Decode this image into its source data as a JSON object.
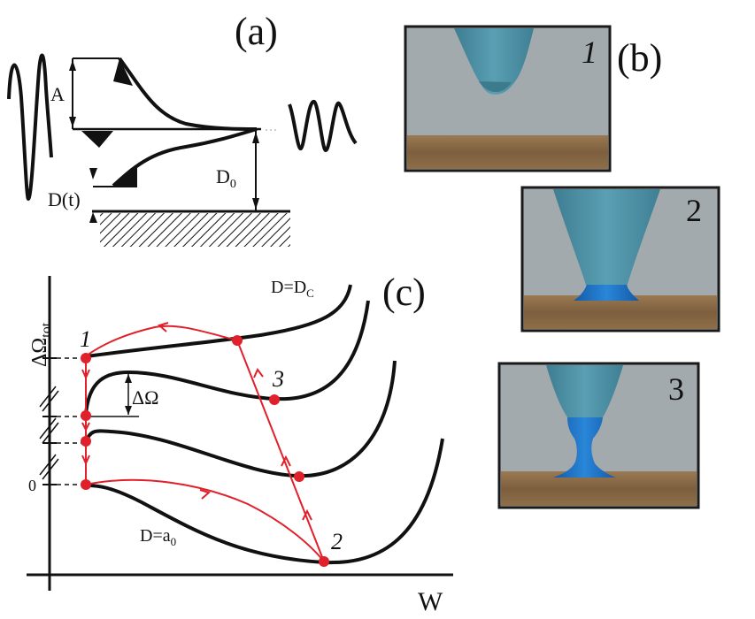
{
  "panel_a": {
    "label": "(a)",
    "amplitude_label": "A",
    "distance_label": "D(t)",
    "d0_label": "D",
    "d0_subscript": "0"
  },
  "panel_b": {
    "label": "(b)",
    "frames": [
      {
        "number": "1",
        "state": "tip above substrate"
      },
      {
        "number": "2",
        "state": "liquid deposited on substrate"
      },
      {
        "number": "3",
        "state": "liquid neck formed between tip and substrate"
      }
    ],
    "colors": {
      "background": "#a2a9ac",
      "tip": "#4f8fa2",
      "liquid": "#1f6fc0",
      "substrate": "#8a6a44"
    }
  },
  "panel_c": {
    "label": "(c)",
    "ylabel": "ΔΩ",
    "ylabel_sub": "tot",
    "xlabel": "W",
    "zero_tick": "0",
    "delta_omega_label": "ΔΩ",
    "curve_top_label": "D=D",
    "curve_top_sub": "C",
    "curve_bottom_label": "D=a",
    "curve_bottom_sub": "0",
    "point_labels": [
      "1",
      "2",
      "3"
    ],
    "colors": {
      "curves": "#111111",
      "path": "#e0202a"
    }
  }
}
